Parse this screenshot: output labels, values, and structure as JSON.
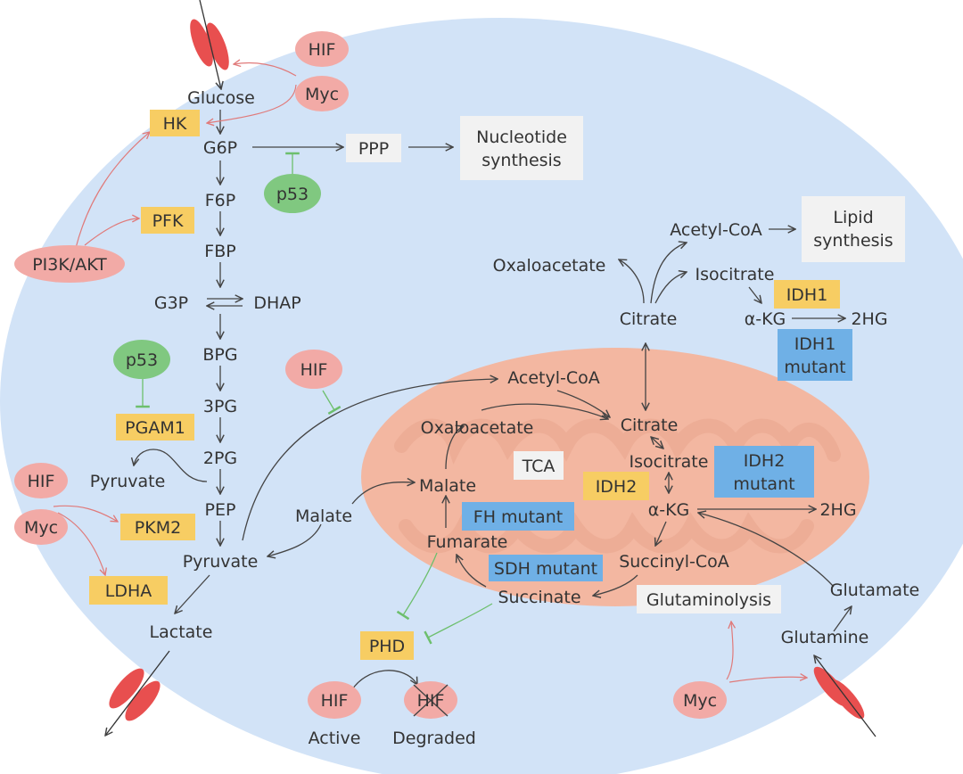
{
  "metabolites": {
    "glucose": "Glucose",
    "g6p": "G6P",
    "f6p": "F6P",
    "fbp": "FBP",
    "g3p": "G3P",
    "dhap": "DHAP",
    "bpg": "BPG",
    "pg3": "3PG",
    "pg2": "2PG",
    "pep": "PEP",
    "pyruvate_side": "Pyruvate",
    "pyruvate": "Pyruvate",
    "lactate": "Lactate",
    "ppp": "PPP",
    "malate_cyto": "Malate",
    "acetyl_coa_upper": "Acetyl-CoA",
    "oxaloacetate_upper": "Oxaloacetate",
    "isocitrate_upper": "Isocitrate",
    "citrate_upper": "Citrate",
    "akg_upper": "α-KG",
    "hg2_upper": "2HG",
    "acetyl_coa_mito": "Acetyl-CoA",
    "oxaloacetate_mito": "Oxaloacetate",
    "citrate_mito": "Citrate",
    "isocitrate_mito": "Isocitrate",
    "malate_mito": "Malate",
    "akg_mito": "α-KG",
    "hg2_mito": "2HG",
    "fumarate": "Fumarate",
    "succinyl_coa": "Succinyl-CoA",
    "succinate": "Succinate",
    "glutamate": "Glutamate",
    "glutamine": "Glutamine",
    "active": "Active",
    "degraded": "Degraded"
  },
  "boxes": {
    "nucleotide_1": "Nucleotide",
    "nucleotide_2": "synthesis",
    "lipid_1": "Lipid",
    "lipid_2": "synthesis",
    "tca": "TCA",
    "glutaminolysis": "Glutaminolysis"
  },
  "enzymes": {
    "hk": "HK",
    "pfk": "PFK",
    "pgam1": "PGAM1",
    "pkm2": "PKM2",
    "ldha": "LDHA",
    "idh1": "IDH1",
    "idh2": "IDH2",
    "phd": "PHD"
  },
  "mutants": {
    "idh1_1": "IDH1",
    "idh1_2": "mutant",
    "idh2_1": "IDH2",
    "idh2_2": "mutant",
    "fh": "FH mutant",
    "sdh": "SDH mutant"
  },
  "regulators": {
    "hif_top": "HIF",
    "myc_top": "Myc",
    "p53_top": "p53",
    "pi3k": "PI3K/AKT",
    "p53_mid": "p53",
    "hif_mid": "HIF",
    "hif_left": "HIF",
    "myc_left": "Myc",
    "hif_active": "HIF",
    "hif_degraded": "HIF",
    "myc_bottom": "Myc"
  },
  "colors": {
    "cell": "#d2e3f7",
    "mitochondrion": "#f3b7a1",
    "cristae": "#e8a58e",
    "enzyme_box": "#f7cd63",
    "mutant_box": "#6fb0e6",
    "info_box": "#f2f2f2",
    "oncogene_pill": "#f2aaa6",
    "suppressor_pill": "#80c880",
    "transporter": "#e84f4f"
  }
}
